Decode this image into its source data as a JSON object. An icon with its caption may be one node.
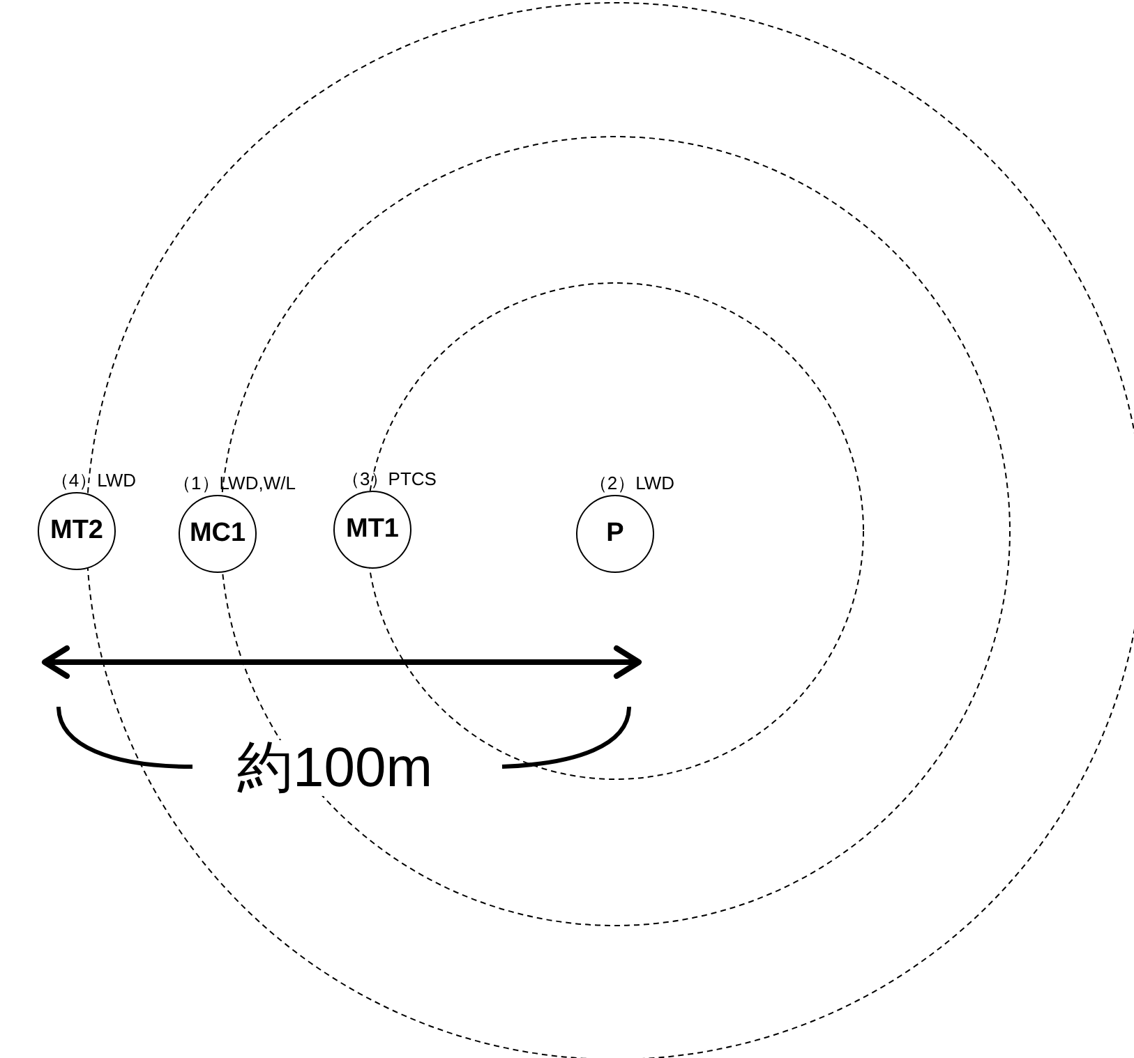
{
  "diagram": {
    "nodes": [
      {
        "text": [
          "MT2"
        ],
        "beside": [
          "（4）LWD"
        ]
      },
      {
        "text": [
          "MC1"
        ],
        "beside": [
          "（1）LWD,W/L"
        ]
      },
      {
        "text": [
          "MT1"
        ],
        "beside": [
          "（3）PTCS"
        ]
      },
      {
        "text": [
          "P"
        ],
        "beside": [
          "（2）LWD"
        ]
      }
    ],
    "edges": [],
    "labels": [
      "約100m"
    ]
  }
}
